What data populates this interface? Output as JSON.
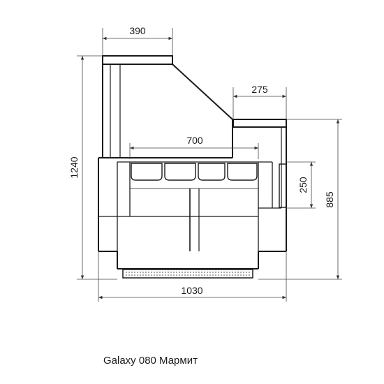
{
  "caption": "Galaxy 080 Мармит",
  "dimensions": {
    "top_width": "390",
    "shelf_width": "275",
    "inner_width": "700",
    "total_height": "1240",
    "pan_depth": "250",
    "counter_height": "885",
    "total_width": "1030"
  },
  "colors": {
    "line": "#1a1a1a",
    "dim_line": "#444444"
  }
}
